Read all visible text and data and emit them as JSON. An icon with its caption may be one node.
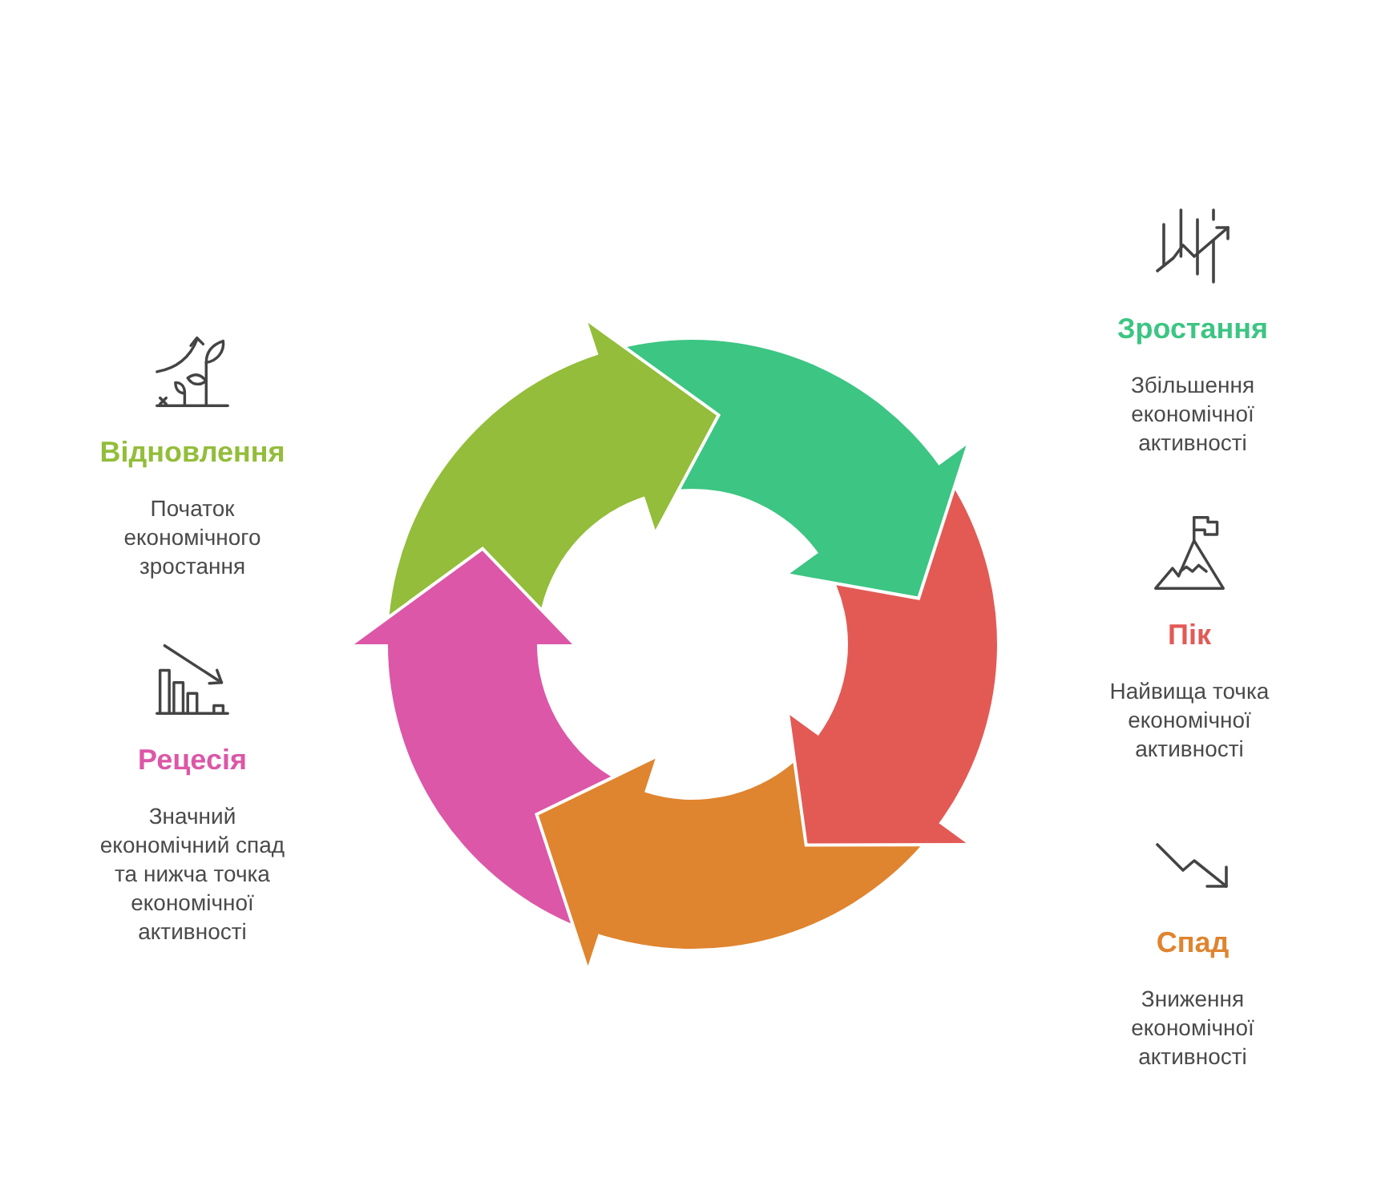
{
  "diagram": {
    "nodes": [
      {
        "text": [
          "Зростання",
          "Збільшення економічної активності"
        ]
      },
      {
        "text": [
          "Пік",
          "Найвища точка економічної активності"
        ]
      },
      {
        "text": [
          "Спад",
          "Зниження економічної активності"
        ]
      },
      {
        "text": [
          "Рецесія",
          "Значний економічний спад та нижча точка економічної активності"
        ]
      },
      {
        "text": [
          "Відновлення",
          "Початок економічного зростання"
        ]
      }
    ]
  }
}
